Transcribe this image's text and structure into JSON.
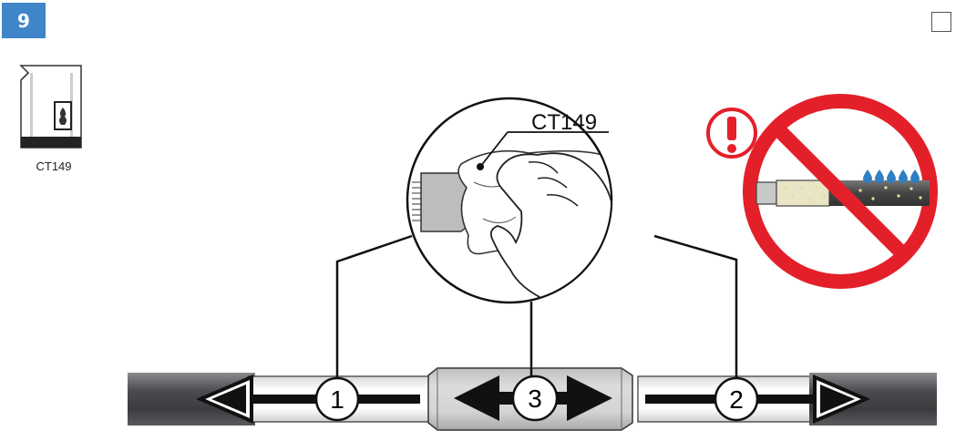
{
  "step": {
    "number": "9"
  },
  "checkbox": {
    "checked": false
  },
  "product": {
    "label": "CT149"
  },
  "zoom_callout": {
    "label": "CT149"
  },
  "markers": [
    "1",
    "3",
    "2"
  ],
  "icons": [
    "warning-icon",
    "prohibited-icon",
    "water-drops-icon"
  ],
  "colors": {
    "badge": "#3f86c9",
    "prohibit": "#e3202a",
    "water": "#2f7fc2",
    "cable": "#4a4b4e"
  }
}
